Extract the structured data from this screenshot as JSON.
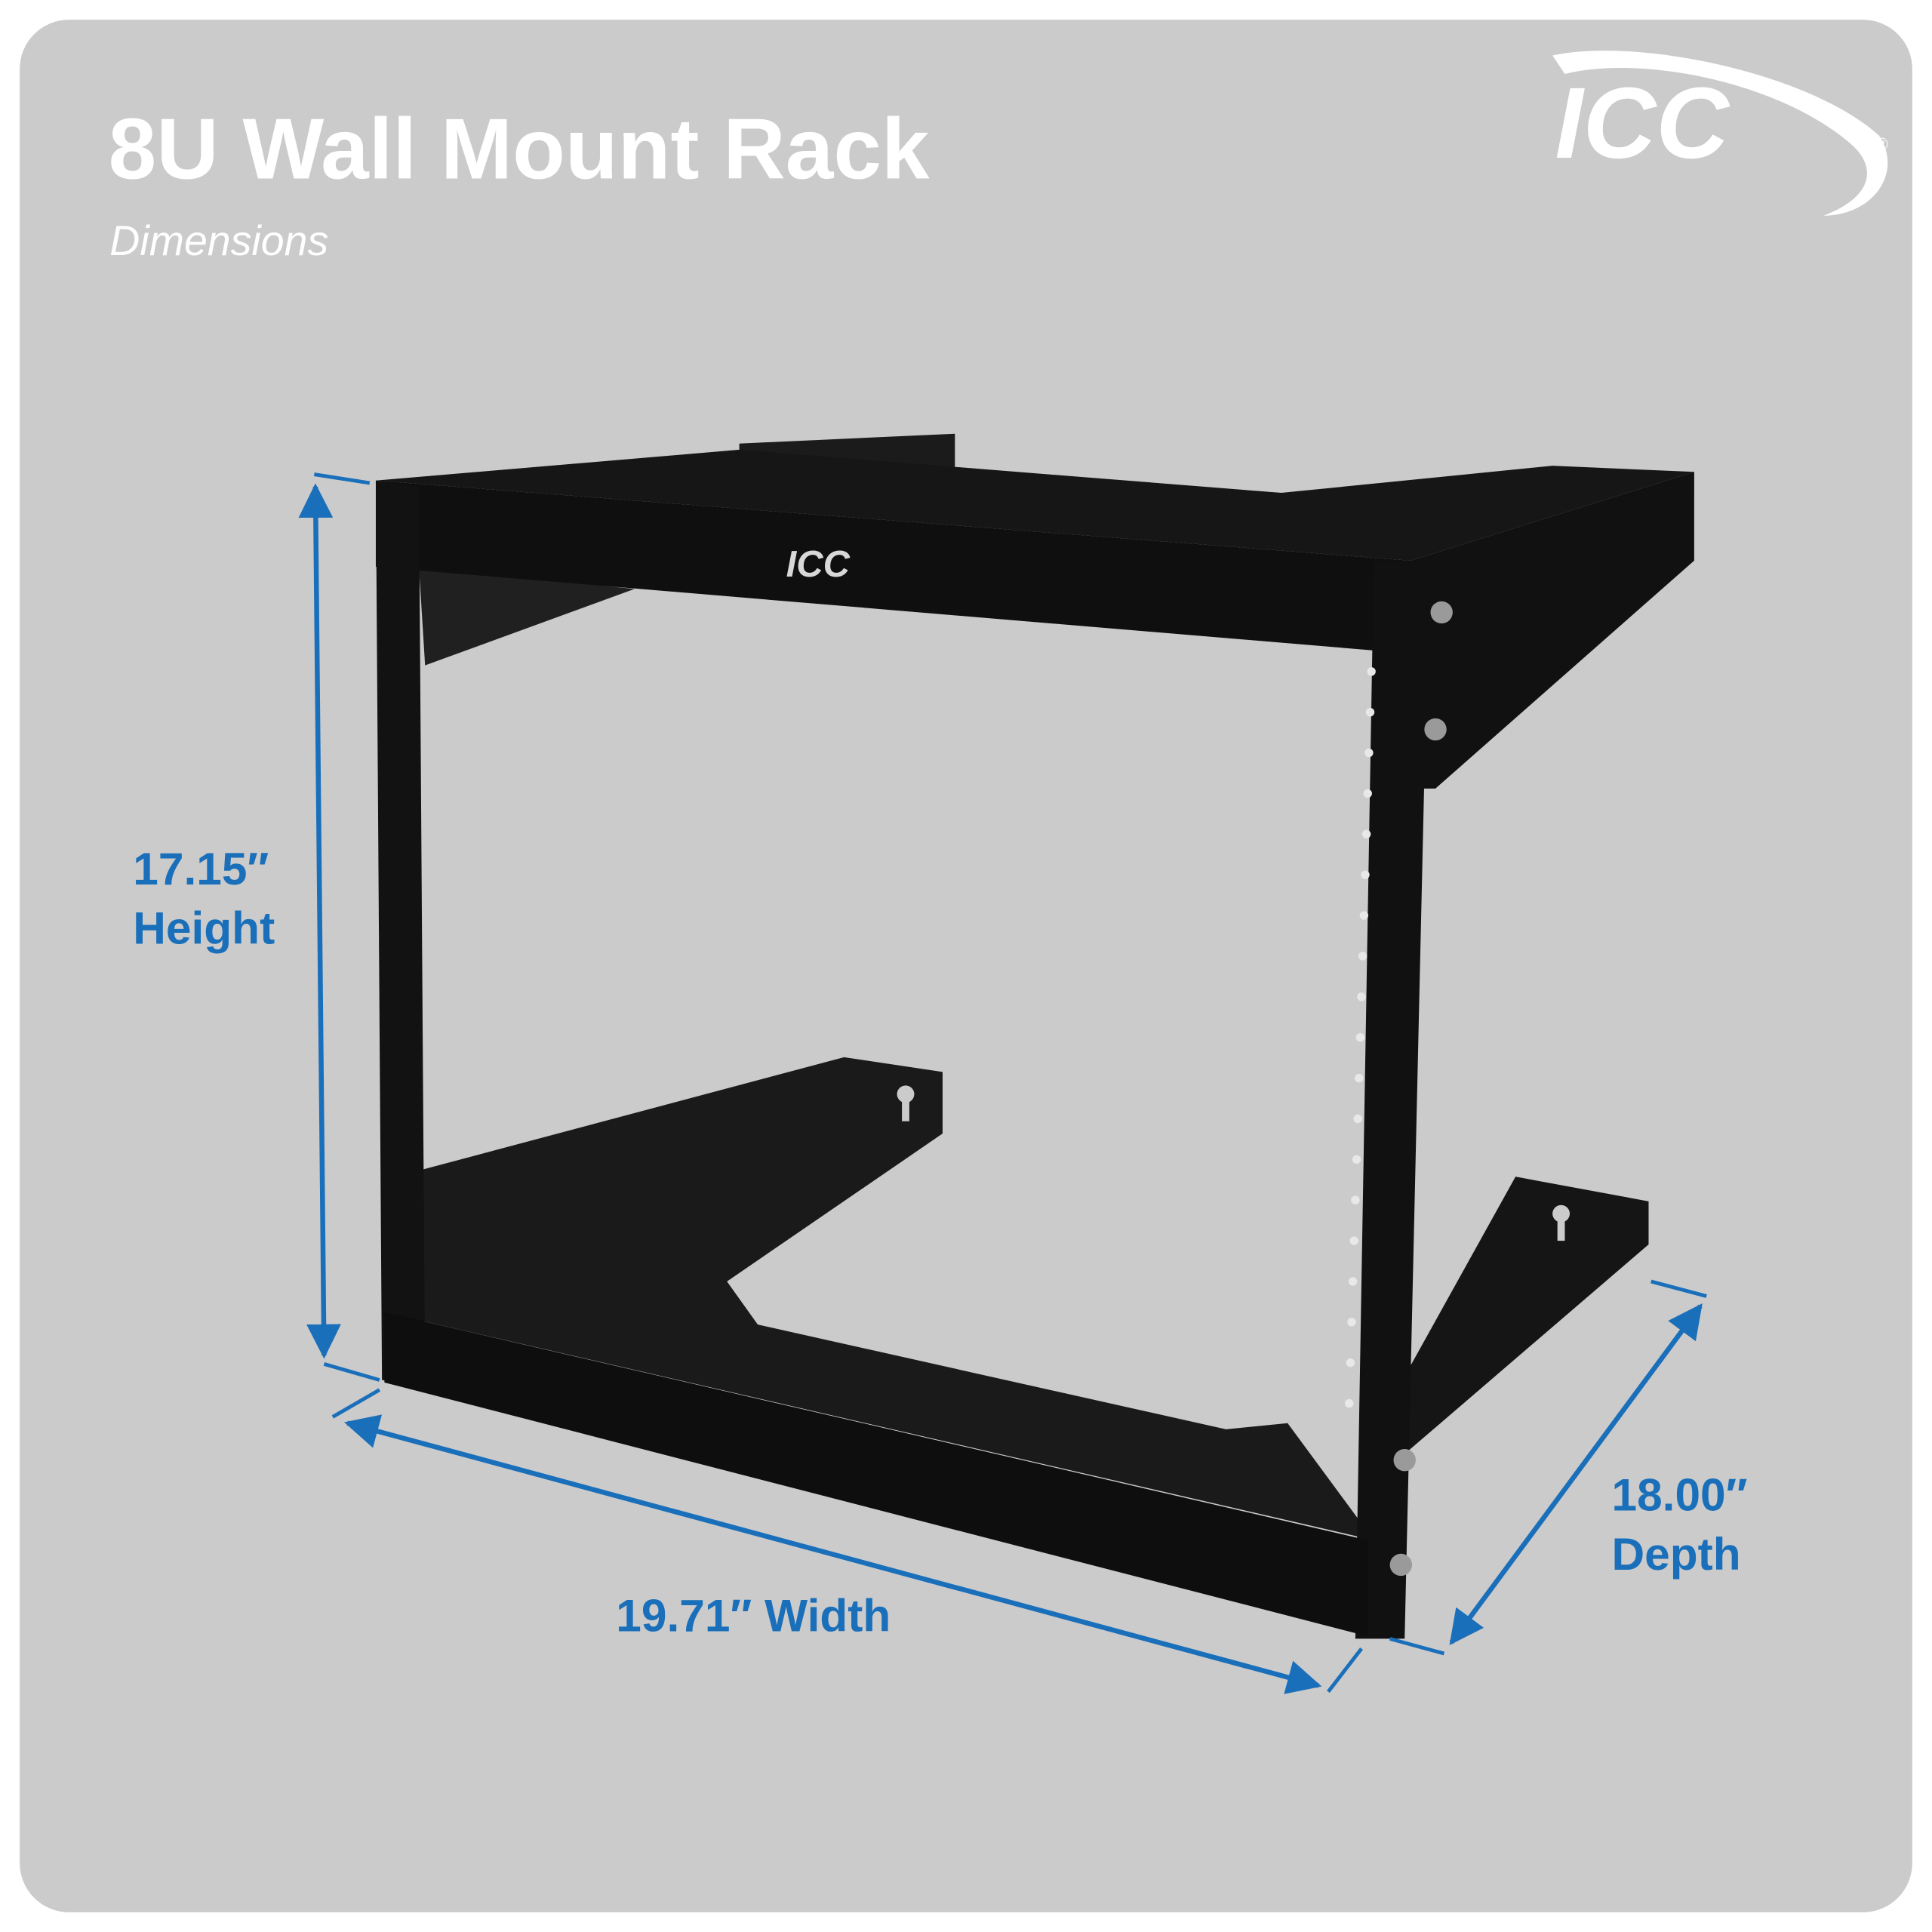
{
  "header": {
    "title": "8U Wall Mount Rack",
    "subtitle": "Dimensions"
  },
  "logo": {
    "text": "ICC",
    "mark": "®"
  },
  "dimensions": {
    "height": {
      "value": "17.15″",
      "label": "Height"
    },
    "width": {
      "value": "19.71″ Width"
    },
    "depth": {
      "value": "18.00″",
      "label": "Depth"
    }
  },
  "colors": {
    "background": "#cbcbcb",
    "dimension_blue": "#1a6fba",
    "rack": "#141414"
  }
}
